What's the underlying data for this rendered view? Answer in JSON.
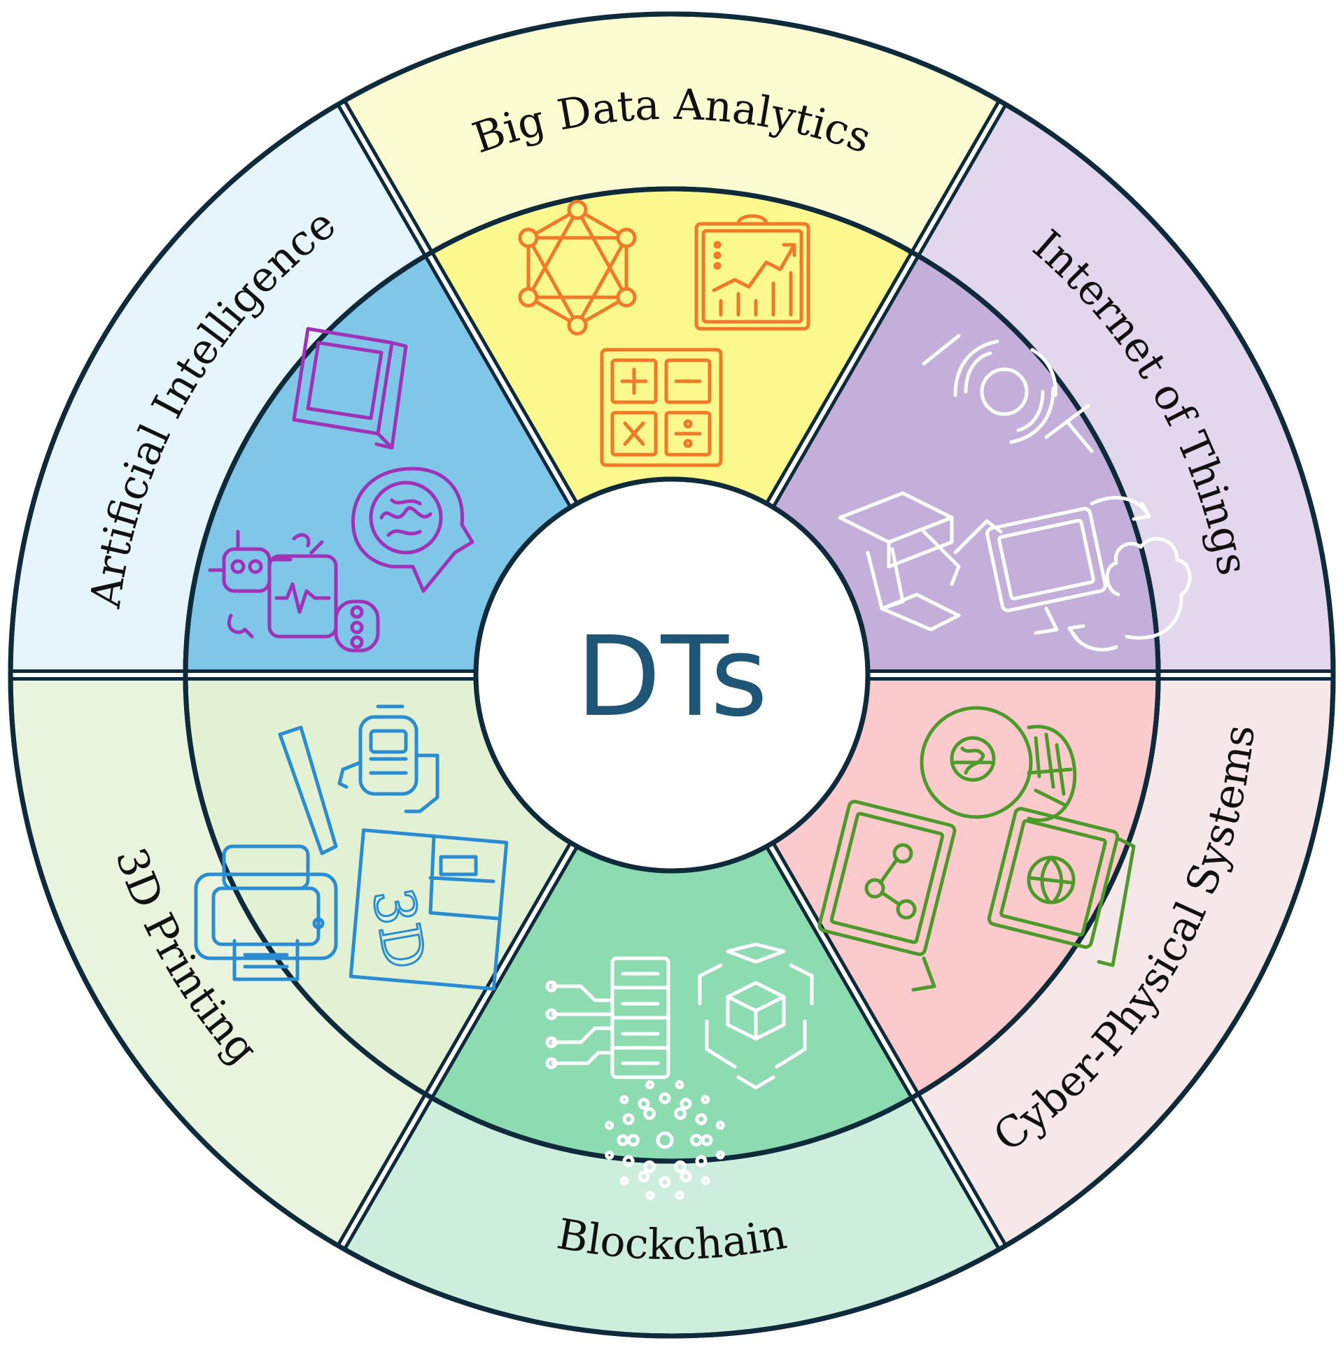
{
  "center": {
    "label": "DTs",
    "color": "#1f5577"
  },
  "segments": [
    {
      "id": "ai",
      "label": "Artificial Intelligence",
      "outer_color": "#e6f5fb",
      "inner_color": "#7fc6e8",
      "icon_color": "#a032b8",
      "icons": [
        "laptop-icon",
        "brain-head-icon",
        "robot-icon"
      ]
    },
    {
      "id": "bigdata",
      "label": "Big Data Analytics",
      "outer_color": "#fbfcd1",
      "inner_color": "#fbf98d",
      "icon_color": "#f07a2a",
      "icons": [
        "network-hexagon-icon",
        "analytics-board-icon",
        "calculator-icon"
      ]
    },
    {
      "id": "iot",
      "label": "Internet of Things",
      "outer_color": "#e3d7ee",
      "inner_color": "#c4afdb",
      "icon_color": "#ffffff",
      "icons": [
        "iot-signal-icon",
        "robot-arm-icon",
        "monitor-cloud-sync-icon"
      ]
    },
    {
      "id": "cps",
      "label": "Cyber-Physical Systems",
      "outer_color": "#f6e7e8",
      "inner_color": "#fbcacc",
      "icon_color": "#4c9a2a",
      "icons": [
        "globe-brain-icon",
        "monitor-share-icon",
        "laptop-globe-icon"
      ]
    },
    {
      "id": "blockchain",
      "label": "Blockchain",
      "outer_color": "#cdeedd",
      "inner_color": "#8ddbb0",
      "icon_color": "#ffffff",
      "icons": [
        "server-circuit-icon",
        "block-cubes-icon",
        "dot-ring-icon"
      ]
    },
    {
      "id": "print3d",
      "label": "3D Printing",
      "outer_color": "#e9f4de",
      "inner_color": "#e2f1d3",
      "icon_color": "#2a8dd4",
      "icons": [
        "drill-machine-icon",
        "3d-printer-icon",
        "3d-blueprint-icon"
      ]
    }
  ],
  "blueprint_text": "3D"
}
